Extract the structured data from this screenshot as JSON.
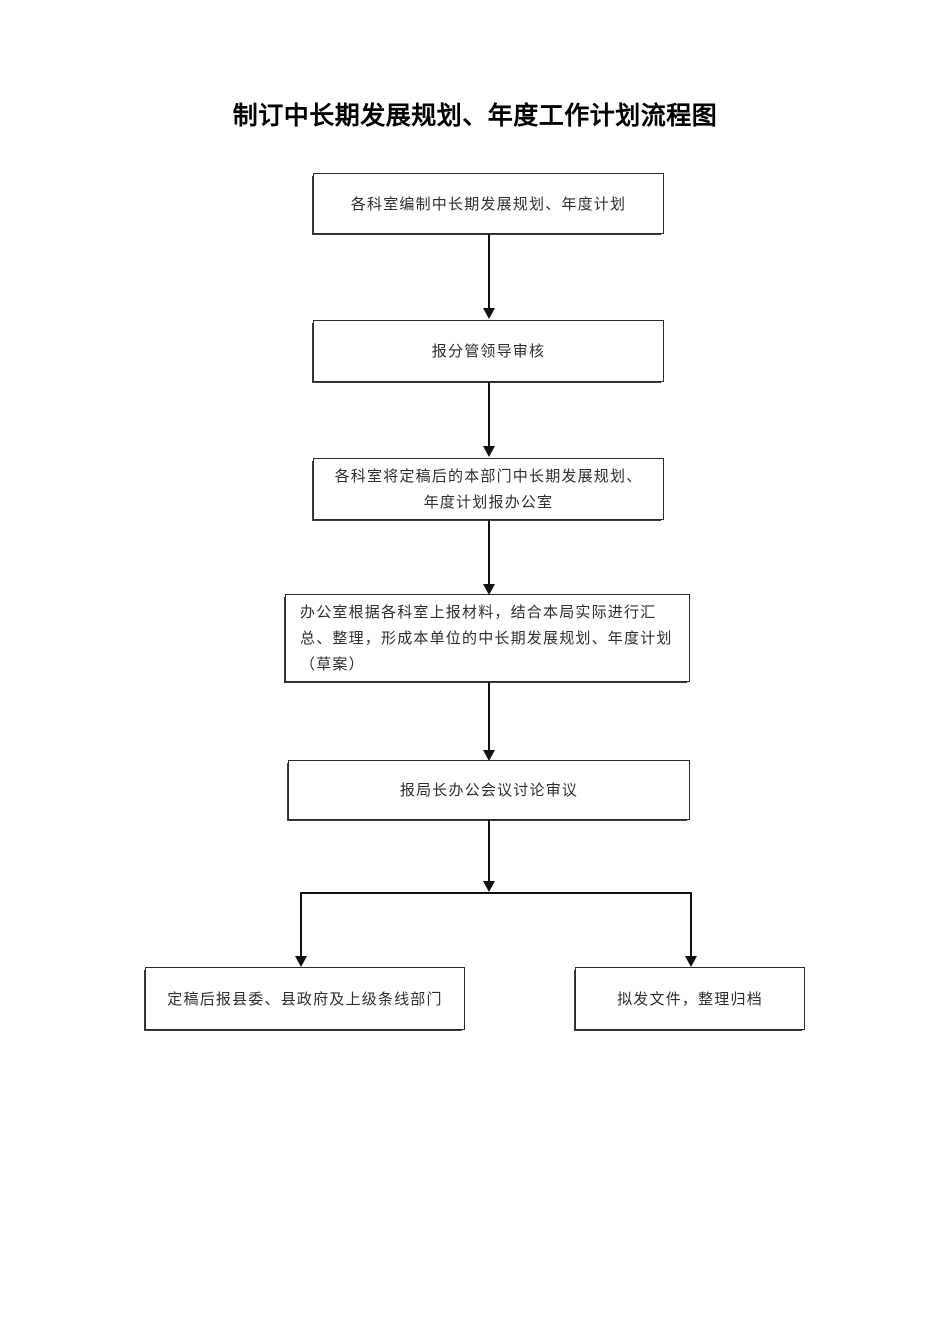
{
  "document": {
    "title": "制订中长期发展规划、年度工作计划流程图"
  },
  "flowchart": {
    "type": "process-flow-diagram",
    "orientation": "top-to-bottom",
    "nodes": [
      {
        "id": "node-1",
        "shape": "rectangle",
        "align": "center",
        "lines": [
          "各科室编制中长期发展规划、年度计划"
        ]
      },
      {
        "id": "node-2",
        "shape": "rectangle",
        "align": "center",
        "lines": [
          "报分管领导审核"
        ]
      },
      {
        "id": "node-3",
        "shape": "rectangle",
        "align": "center",
        "lines": [
          "各科室将定稿后的本部门中长期发展规划、",
          "年度计划报办公室"
        ]
      },
      {
        "id": "node-4",
        "shape": "rectangle",
        "align": "left",
        "lines": [
          "办公室根据各科室上报材料，结合本局实际进行汇",
          "总、整理，形成本单位的中长期发展规划、年度计划",
          "（草案）"
        ]
      },
      {
        "id": "node-5",
        "shape": "rectangle",
        "align": "center",
        "lines": [
          "报局长办公会议讨论审议"
        ]
      },
      {
        "id": "node-6a",
        "shape": "rectangle",
        "align": "center",
        "lines": [
          "定稿后报县委、县政府及上级条线部门"
        ]
      },
      {
        "id": "node-6b",
        "shape": "rectangle",
        "align": "center",
        "lines": [
          "拟发文件，整理归档"
        ]
      }
    ],
    "edges": [
      {
        "from": "node-1",
        "to": "node-2",
        "style": "straight-arrow-down"
      },
      {
        "from": "node-2",
        "to": "node-3",
        "style": "straight-arrow-down"
      },
      {
        "from": "node-3",
        "to": "node-4",
        "style": "straight-arrow-down"
      },
      {
        "from": "node-4",
        "to": "node-5",
        "style": "straight-arrow-down"
      },
      {
        "from": "node-5",
        "to": "split-bar",
        "style": "straight-arrow-down"
      },
      {
        "from": "split-bar",
        "to": "node-6a",
        "style": "elbow-arrow-down-left"
      },
      {
        "from": "split-bar",
        "to": "node-6b",
        "style": "elbow-arrow-down-right"
      }
    ],
    "colors": {
      "line": "#111111",
      "box_border": "#2b2b2b",
      "box_fill": "#ffffff",
      "box_text": "#2e2e2e",
      "title_text": "#000000"
    }
  }
}
